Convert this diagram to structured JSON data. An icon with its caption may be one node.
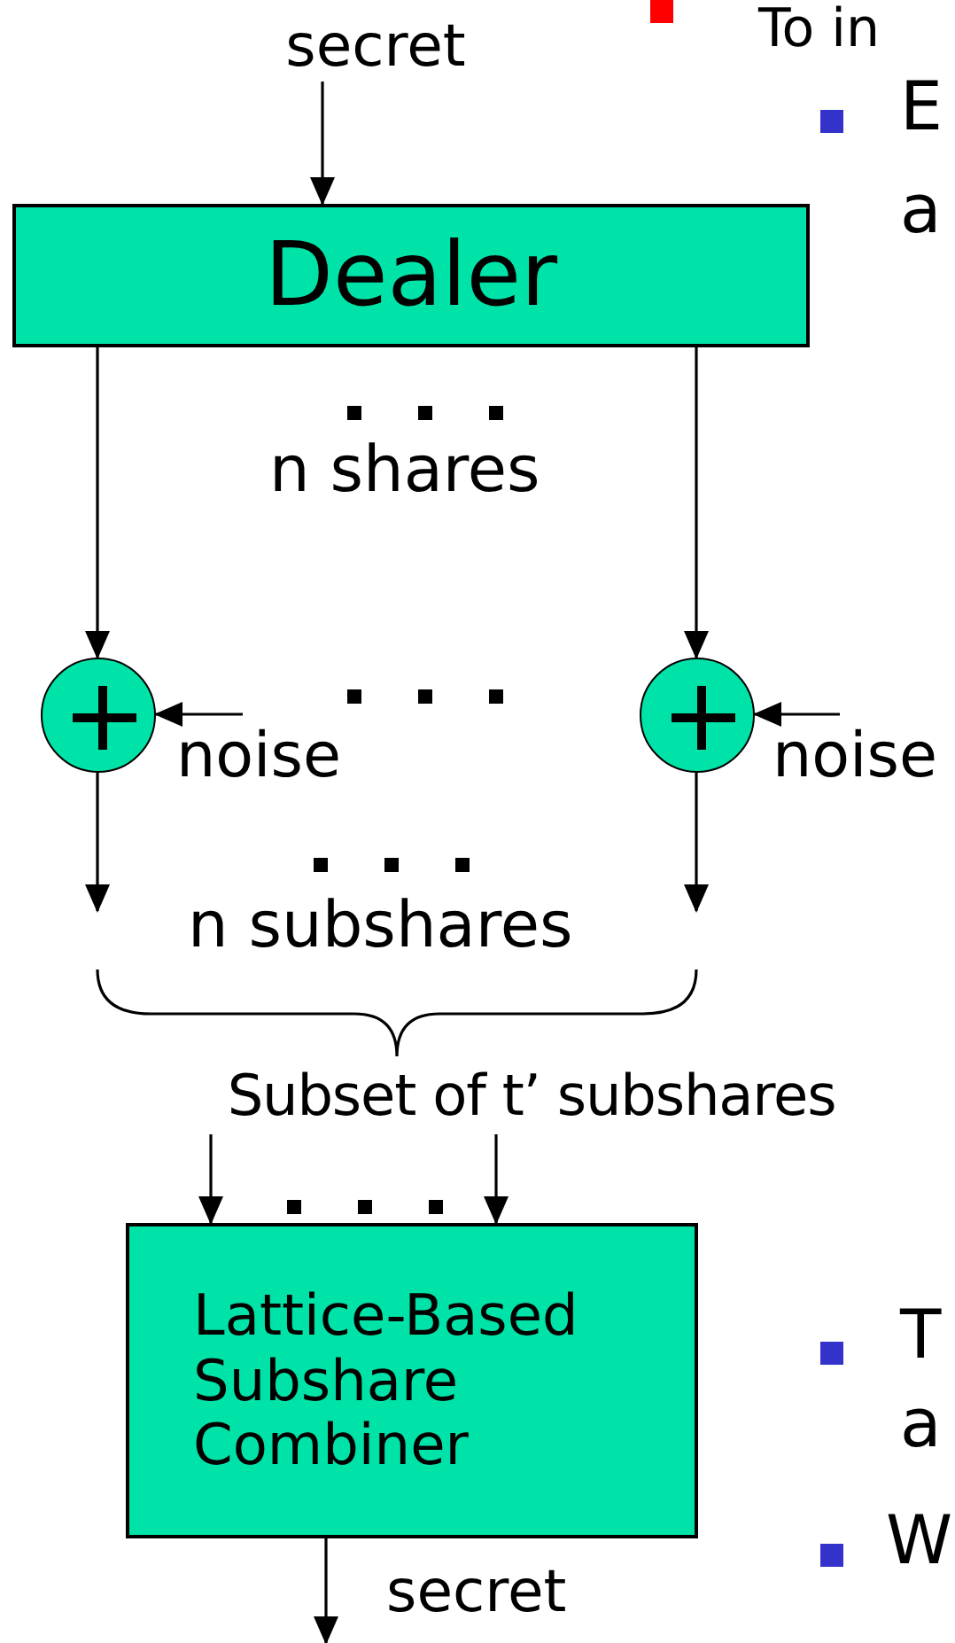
{
  "diagram": {
    "nodes": [
      {
        "text": [
          "secret"
        ]
      },
      {
        "text": [
          "Dealer"
        ]
      },
      {
        "text": [],
        "shape": "circle"
      },
      {
        "text": [
          "noise"
        ]
      },
      {
        "text": [],
        "shape": "circle"
      },
      {
        "text": [
          "noise"
        ]
      },
      {
        "text": [
          "Subset of t’ subshares"
        ]
      },
      {
        "text": [
          "Lattice-Based Subshare Combiner"
        ]
      }
    ],
    "edges": [
      {
        "from": 0,
        "to": 1,
        "arrow": "to"
      },
      {
        "from": 1,
        "to": 2,
        "arrow": "to"
      },
      {
        "from": 1,
        "to": 4,
        "arrow": "to"
      },
      {
        "from": 3,
        "to": 2,
        "arrow": "to"
      },
      {
        "from": 5,
        "to": 4,
        "arrow": "to"
      },
      {
        "from": 2,
        "to": 6,
        "arrow": "to"
      },
      {
        "from": 4,
        "to": 6,
        "arrow": "to"
      },
      {
        "from": 6,
        "to": 7,
        "arrow": "to"
      },
      {
        "from": 6,
        "to": 7,
        "arrow": "to"
      },
      {
        "from": 7,
        "to": null,
        "arrow": "to",
        "label": "secret"
      }
    ],
    "labels": [
      "To in",
      "E",
      "a",
      "n shares",
      "n subshares",
      "T",
      "a",
      "W"
    ]
  }
}
